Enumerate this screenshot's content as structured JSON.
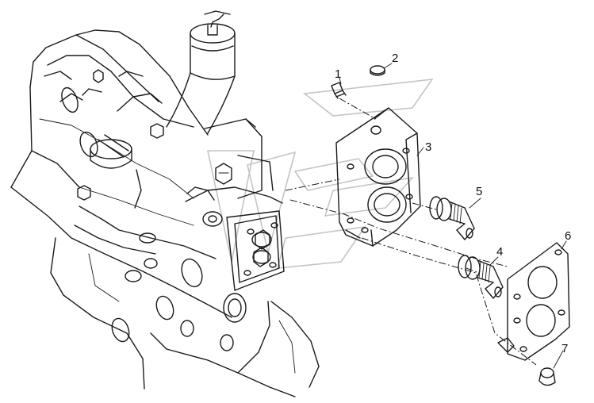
{
  "diagram": {
    "callouts": [
      {
        "id": "1",
        "label": "1"
      },
      {
        "id": "2",
        "label": "2"
      },
      {
        "id": "3",
        "label": "3"
      },
      {
        "id": "4",
        "label": "4"
      },
      {
        "id": "5",
        "label": "5"
      },
      {
        "id": "6",
        "label": "6"
      },
      {
        "id": "7",
        "label": "7"
      }
    ]
  },
  "colors": {
    "line": "#1a1a1a",
    "background": "#ffffff",
    "watermark": "#c4c4c4"
  }
}
